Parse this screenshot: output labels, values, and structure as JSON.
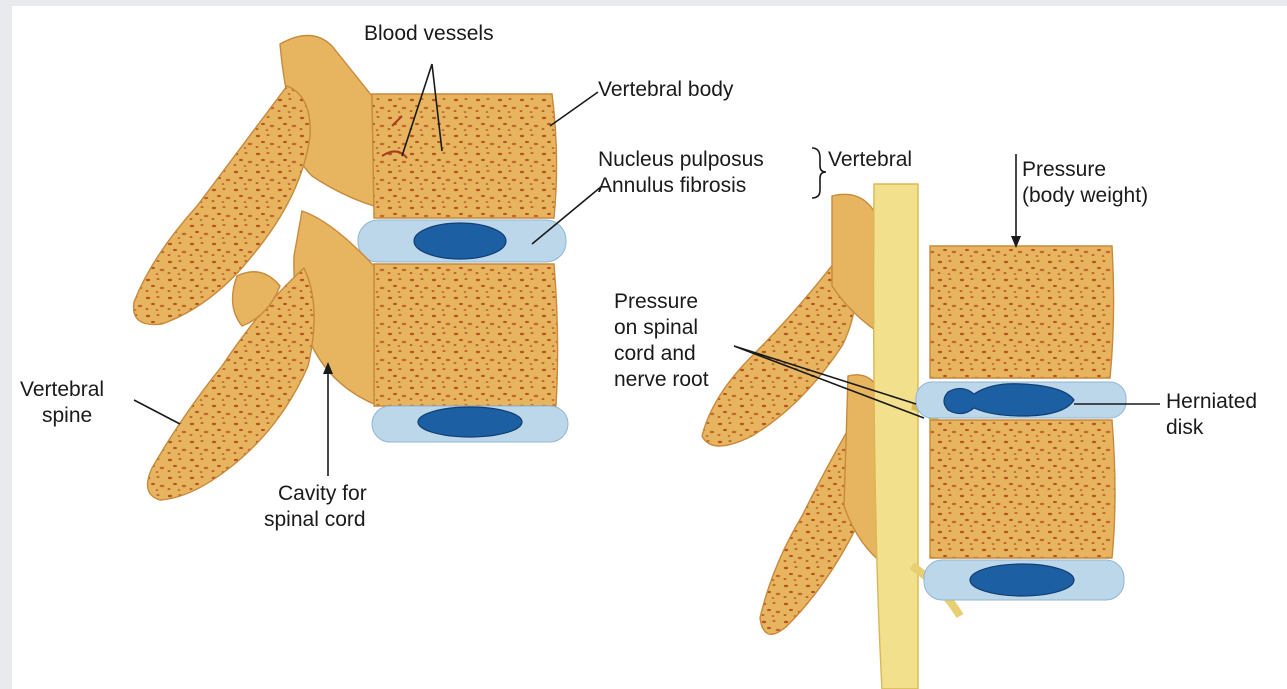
{
  "labels": {
    "blood_vessels": "Blood vessels",
    "vertebral_body": "Vertebral body",
    "nucleus_pulposus": "Nucleus pulposus",
    "annulus_fibrosis": "Annulus fibrosis",
    "vertebral_group": "Vertebral",
    "pressure_line1": "Pressure",
    "pressure_line2": "(body weight)",
    "pressure_cord_line1": "Pressure",
    "pressure_cord_line2": "on spinal",
    "pressure_cord_line3": "cord and",
    "pressure_cord_line4": "nerve root",
    "herniated_line1": "Herniated",
    "herniated_line2": "disk",
    "vertebral_spine_line1": "Vertebral",
    "vertebral_spine_line2": "spine",
    "cavity_line1": "Cavity for",
    "cavity_line2": "spinal cord"
  },
  "colors": {
    "bone": "#e7b45f",
    "bone_speckle": "#b9541f",
    "disk_nucleus": "#1d5fa3",
    "disk_annulus": "#bcd7e9",
    "spinal_cord": "#f3e08c",
    "background": "#e9eaee"
  }
}
